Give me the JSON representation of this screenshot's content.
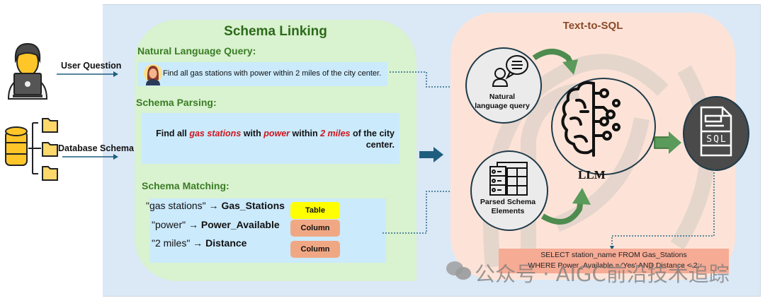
{
  "left_inputs": {
    "user_question_label": "User Question",
    "database_schema_label": "Database Schema"
  },
  "schema_linking": {
    "title": "Schema Linking",
    "natural_language_query": {
      "heading": "Natural Language Query:",
      "text": "Find all gas stations with power within 2 miles of the city center."
    },
    "schema_parsing": {
      "heading": "Schema Parsing:",
      "segments": [
        {
          "text": "Find all ",
          "highlight": false
        },
        {
          "text": "gas stations",
          "highlight": true
        },
        {
          "text": " with ",
          "highlight": false
        },
        {
          "text": "power",
          "highlight": true
        },
        {
          "text": " within ",
          "highlight": false
        },
        {
          "text": "2 miles",
          "highlight": true
        },
        {
          "text": " of the city center.",
          "highlight": false
        }
      ]
    },
    "schema_matching": {
      "heading": "Schema Matching:",
      "rows": [
        {
          "phrase": "\"gas stations\"",
          "arrow": "→",
          "target": "Gas_Stations",
          "type": "Table"
        },
        {
          "phrase": "\"power\"",
          "arrow": "→",
          "target": "Power_Available",
          "type": "Column"
        },
        {
          "phrase": "\"2 miles\"",
          "arrow": "→",
          "target": "Distance",
          "type": "Column"
        }
      ]
    }
  },
  "text_to_sql": {
    "title": "Text-to-SQL",
    "nl_query_node": "Natural language query",
    "nl_query_lines": [
      "Natural",
      "language query"
    ],
    "schema_node_lines": [
      "Parsed Schema",
      "Elements"
    ],
    "llm_label": "LLM",
    "sql_icon_text": "SQL",
    "sql_output_lines": [
      "SELECT station_name FROM Gas_Stations",
      "WHERE Power_Available = 'Yes' AND Distance < 2;"
    ]
  },
  "watermark": "公众号 · AIGC前沿技术追踪",
  "colors": {
    "panel_bg": "#dbe8f6",
    "schema_linking_bg": "#d9f2cf",
    "text_to_sql_bg": "#fde3d7",
    "highlight_red": "#d0141b",
    "table_tag": "#ffff00",
    "column_tag": "#f0a884",
    "sql_box": "#f6ab95",
    "arrow_blue": "#1d5e7e",
    "arrow_green": "#5a9a5a"
  }
}
